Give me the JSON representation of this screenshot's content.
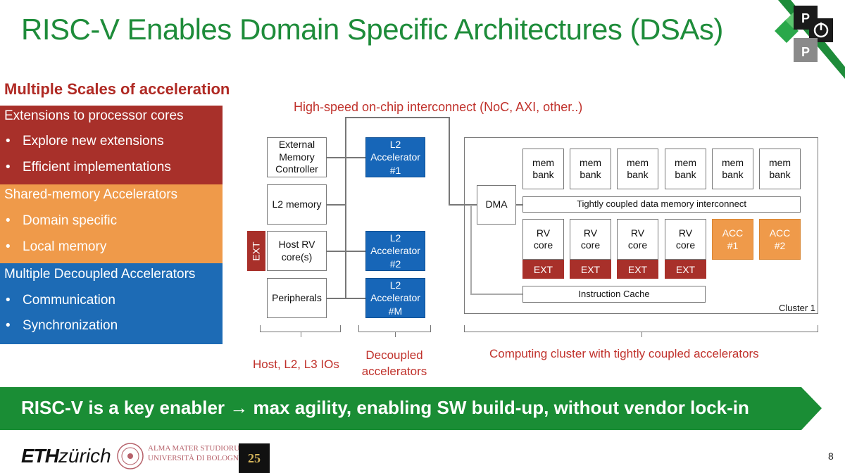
{
  "title": "RISC-V Enables Domain Specific Architectures (DSAs)",
  "subtitle": "Multiple Scales of acceleration",
  "sections": [
    {
      "heading": "Extensions to processor cores",
      "items": [
        "Explore new extensions",
        "Efficient implementations"
      ],
      "color": "#a8302a"
    },
    {
      "heading": "Shared-memory Accelerators",
      "items": [
        "Domain specific",
        "Local memory"
      ],
      "color": "#ef9a4a"
    },
    {
      "heading": "Multiple Decoupled Accelerators",
      "items": [
        "Communication",
        "Synchronization"
      ],
      "color": "#1d6bb5"
    }
  ],
  "diagram": {
    "interconnect_label": "High-speed on-chip interconnect (NoC, AXI, other..)",
    "host_blocks": {
      "ext_mem_ctrl": "External Memory Controller",
      "l2_memory": "L2 memory",
      "host_core": "Host RV core(s)",
      "peripherals": "Peripherals",
      "ext": "EXT"
    },
    "l2_accelerators": [
      {
        "line1": "L2",
        "line2": "Accelerator",
        "line3": "#1"
      },
      {
        "line1": "L2",
        "line2": "Accelerator",
        "line3": "#2"
      },
      {
        "line1": "L2",
        "line2": "Accelerator",
        "line3": "#M"
      }
    ],
    "cluster": {
      "dma": "DMA",
      "mem_banks": [
        "mem bank",
        "mem bank",
        "mem bank",
        "mem bank",
        "mem bank",
        "mem bank"
      ],
      "mem_interconnect": "Tightly coupled data memory interconnect",
      "cores": [
        "RV core",
        "RV core",
        "RV core",
        "RV core"
      ],
      "core_ext": "EXT",
      "accs": [
        {
          "line1": "ACC",
          "line2": "#1"
        },
        {
          "line1": "ACC",
          "line2": "#2"
        }
      ],
      "icache": "Instruction Cache",
      "name": "Cluster 1"
    },
    "group_labels": {
      "host": "Host, L2, L3 IOs",
      "decoupled": "Decoupled accelerators",
      "cluster": "Computing cluster with tightly coupled accelerators"
    }
  },
  "banner": "RISC-V is a key enabler → max agility, enabling SW build-up, without vendor lock-in",
  "footer": {
    "eth_bold": "ETH",
    "eth_italic": "zürich",
    "unibo_line1": "ALMA MATER STUDIORUM",
    "unibo_line2": "UNIVERSITÀ DI BOLOGNA",
    "badge": "25"
  },
  "page_number": "8",
  "logo_letters": [
    "P",
    "P"
  ],
  "colors": {
    "title": "#1e8c3a",
    "accent_red": "#c0312b",
    "banner": "#1a8d35"
  }
}
